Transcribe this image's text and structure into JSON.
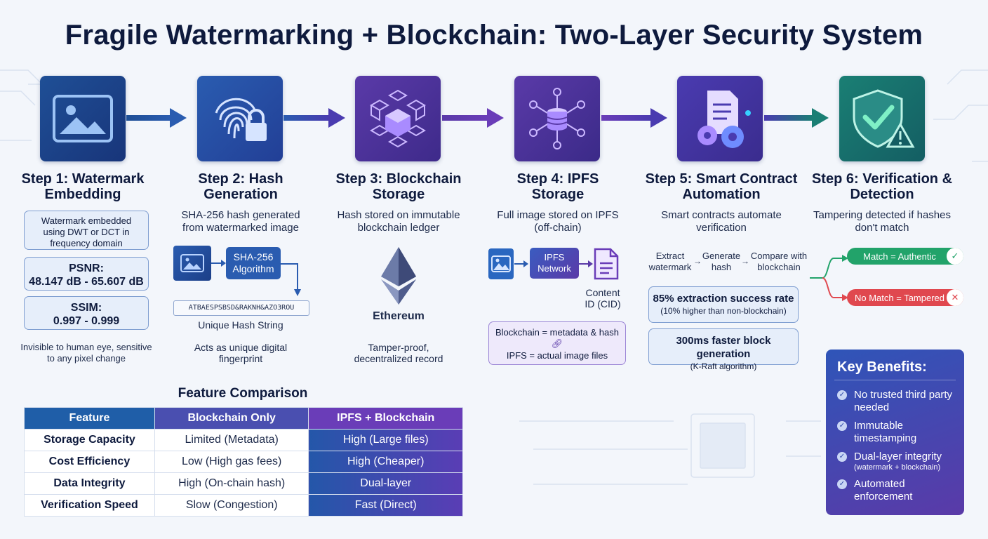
{
  "title": "Fragile Watermarking + Blockchain: Two-Layer Security System",
  "steps": [
    {
      "title": "Step 1: Watermark Embedding",
      "desc": ""
    },
    {
      "title": "Step 2: Hash Generation",
      "desc": "SHA-256 hash generated from watermarked image"
    },
    {
      "title": "Step 3: Blockchain Storage",
      "desc": "Hash stored on immutable blockchain ledger"
    },
    {
      "title": "Step 4: IPFS Storage",
      "desc": "Full image stored on IPFS (off-chain)"
    },
    {
      "title": "Step 5: Smart Contract Automation",
      "desc": "Smart contracts automate verification"
    },
    {
      "title": "Step 6: Verification & Detection",
      "desc": "Tampering detected if hashes don't match"
    }
  ],
  "step1": {
    "box1": "Watermark embedded using DWT or DCT in frequency domain",
    "psnr_label": "PSNR:",
    "psnr_value": "48.147 dB - 65.607 dB",
    "ssim_label": "SSIM:",
    "ssim_value": "0.997 - 0.999",
    "caption": "Invisible to human eye, sensitive to any pixel change"
  },
  "step2": {
    "algo": "SHA-256 Algorithm",
    "hash_string": "ATBAESPSBSD&RAKNH&AZO3ROU",
    "hash_label": "Unique Hash String",
    "caption": "Acts as unique digital fingerprint"
  },
  "step3": {
    "chain": "Ethereum",
    "caption": "Tamper-proof, decentralized record"
  },
  "step4": {
    "network": "IPFS Network",
    "cid": "Content ID (CID)",
    "note_line1": "Blockchain = metadata & hash",
    "note_line2": "IPFS = actual image files"
  },
  "step5": {
    "flow": [
      "Extract watermark",
      "Generate hash",
      "Compare with blockchain"
    ],
    "stat1_main": "85% extraction success rate",
    "stat1_sub": "(10% higher than non-blockchain)",
    "stat2_main": "300ms faster block generation",
    "stat2_sub": "(K-Raft algorithm)"
  },
  "step6": {
    "match": "Match = Authentic",
    "nomatch": "No Match = Tampered"
  },
  "comparison": {
    "title": "Feature Comparison",
    "headers": [
      "Feature",
      "Blockchain Only",
      "IPFS + Blockchain"
    ],
    "rows": [
      [
        "Storage Capacity",
        "Limited (Metadata)",
        "High (Large files)"
      ],
      [
        "Cost Efficiency",
        "Low (High gas fees)",
        "High (Cheaper)"
      ],
      [
        "Data Integrity",
        "High (On-chain hash)",
        "Dual-layer"
      ],
      [
        "Verification Speed",
        "Slow (Congestion)",
        "Fast (Direct)"
      ]
    ]
  },
  "benefits": {
    "title": "Key Benefits:",
    "items": [
      {
        "main": "No trusted third party needed",
        "sub": ""
      },
      {
        "main": "Immutable timestamping",
        "sub": ""
      },
      {
        "main": "Dual-layer integrity",
        "sub": "(watermark + blockchain)"
      },
      {
        "main": "Automated enforcement",
        "sub": ""
      }
    ]
  },
  "colors": {
    "step1": "#1f4f96",
    "step2": "#2a4fa6",
    "step3": "#5a3aa8",
    "step4": "#5a3aa8",
    "step5": "#4a3bb0",
    "step6": "#1a7f74",
    "authentic": "#22a36a",
    "tampered": "#e0484f"
  }
}
